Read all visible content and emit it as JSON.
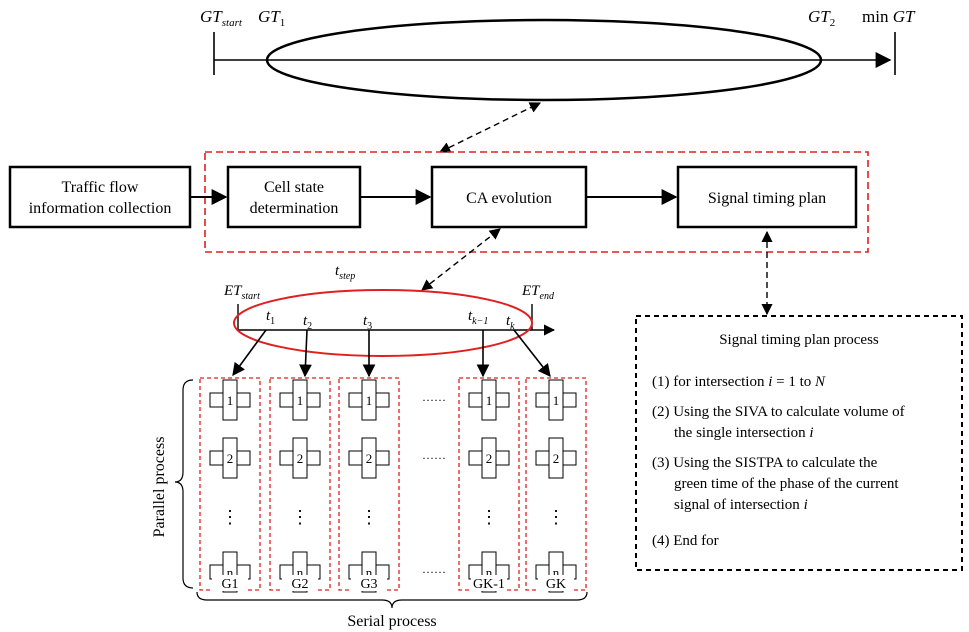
{
  "timeline_top": {
    "gt_start": {
      "base": "GT",
      "sub": "start"
    },
    "gt_1": {
      "base": "GT",
      "sub": "1"
    },
    "gt_2": {
      "base": "GT",
      "sub": "2"
    },
    "min_gt": {
      "prefix": "min ",
      "base": "GT"
    }
  },
  "flow": {
    "box1": [
      "Traffic flow",
      "information collection"
    ],
    "box2": [
      "Cell state",
      "determination"
    ],
    "box3": "CA evolution",
    "box4": "Signal timing plan"
  },
  "timeline_bottom": {
    "et_start": {
      "base": "ET",
      "sub": "start"
    },
    "t_step": {
      "base": "t",
      "sub": "step"
    },
    "et_end": {
      "base": "ET",
      "sub": "end"
    },
    "ticks": [
      {
        "base": "t",
        "sub": "1"
      },
      {
        "base": "t",
        "sub": "2"
      },
      {
        "base": "t",
        "sub": "3"
      },
      {
        "base": "t",
        "sub": "k−1"
      },
      {
        "base": "t",
        "sub": "k"
      }
    ]
  },
  "groups": {
    "labels": [
      "G1",
      "G2",
      "G3",
      "GK-1",
      "GK"
    ],
    "row_labels": [
      "1",
      "2",
      "⋮",
      "n"
    ],
    "ellipsis": "······",
    "parallel_label": "Parallel process",
    "serial_label": "Serial process"
  },
  "plan_box": {
    "title": "Signal timing plan process",
    "line1": {
      "prefix": "(1) for intersection  ",
      "var": "i",
      "mid": " = 1 to ",
      "var2": "N"
    },
    "line2a": "(2) Using the SIVA to calculate volume of",
    "line2b": {
      "text": "the single intersection ",
      "var": "i"
    },
    "line3a": "(3) Using the SISTPA to calculate the",
    "line3b": "green time of the phase of  the current",
    "line3c": {
      "text": "signal of intersection ",
      "var": "i"
    },
    "line4": "(4) End for"
  },
  "colors": {
    "red": "#e02020",
    "black": "#000000"
  }
}
